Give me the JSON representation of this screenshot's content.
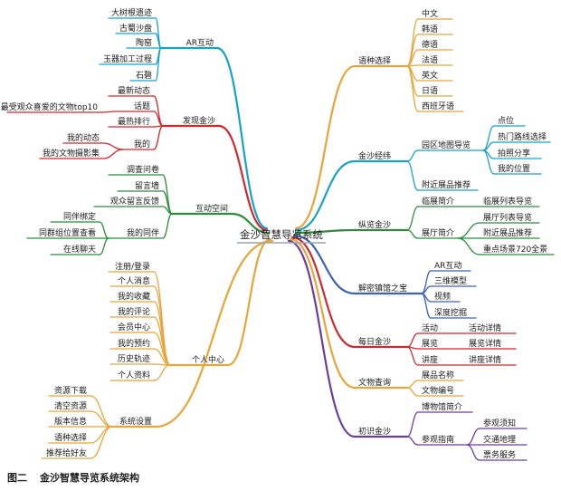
{
  "center": {
    "label": "金沙智慧导览系统"
  },
  "caption": {
    "figure_no": "图二",
    "text": "金沙智慧导览系统架构"
  },
  "colors": {
    "ar": "#17a2c8",
    "discover": "#d0282e",
    "interact": "#2e8b3e",
    "personal": "#e7a53a",
    "language": "#e7a53a",
    "gold_route": "#17a2c8",
    "overview": "#2e8b3e",
    "decode": "#3a63b8",
    "daily": "#d0282e",
    "query": "#e7a53a",
    "first": "#6a3d9a"
  },
  "left": {
    "ar": {
      "label": "AR互动",
      "items": [
        "大树根遗迹",
        "古蜀沙盘",
        "陶窑",
        "玉器加工过程",
        "石磬"
      ]
    },
    "discover": {
      "label": "发现金沙",
      "items": [
        "最新动态",
        "话题",
        "最热排行",
        "我的"
      ],
      "topic_child": "最受观众喜爱的文物top10",
      "mine_children": [
        "我的动态",
        "我的文物摄影集"
      ]
    },
    "interact": {
      "label": "互动空间",
      "items": [
        "调查问卷",
        "留言墙",
        "观众留言反馈",
        "我的同伴"
      ],
      "companion_children": [
        "同伴绑定",
        "同群组位置查看",
        "在线聊天"
      ]
    },
    "personal": {
      "label": "个人中心",
      "items": [
        "注册/登录",
        "个人消息",
        "我的收藏",
        "我的评论",
        "会员中心",
        "我的预约",
        "历史轨迹",
        "个人资料"
      ]
    },
    "settings": {
      "label": "系统设置",
      "items": [
        "资源下载",
        "清空资源",
        "版本信息",
        "语种选择",
        "推荐给好友"
      ]
    }
  },
  "right": {
    "language": {
      "label": "语种选择",
      "items": [
        "中文",
        "韩语",
        "德语",
        "法语",
        "英文",
        "日语",
        "西班牙语"
      ]
    },
    "gold_route": {
      "label": "金沙经纬",
      "park_map": "园区地图导览",
      "park_children": [
        "点位",
        "热门路线选择",
        "拍照分享",
        "我的位置"
      ],
      "nearby": "附近展品推荐"
    },
    "overview": {
      "label": "纵览金沙",
      "hall_intro": "临展简介",
      "hall_intro_child": "临展列表导览",
      "exhibit_intro": "展厅简介",
      "exhibit_children": [
        "展厅列表导览",
        "附近展品推荐",
        "重点场景720全景"
      ]
    },
    "decode": {
      "label": "解密镇馆之宝",
      "items": [
        "AR互动",
        "三维模型",
        "视频",
        "深度挖掘"
      ]
    },
    "daily": {
      "label": "每日金沙",
      "items": [
        "活动",
        "展览",
        "讲座"
      ],
      "children": [
        "活动详情",
        "展览详情",
        "讲座详情"
      ]
    },
    "query": {
      "label": "文物查询",
      "items": [
        "展品名称",
        "文物编号"
      ]
    },
    "first": {
      "label": "初识金沙",
      "museum_intro": "博物馆简介",
      "guide": "参观指南",
      "guide_children": [
        "参观须知",
        "交通地理",
        "票务服务"
      ]
    }
  }
}
